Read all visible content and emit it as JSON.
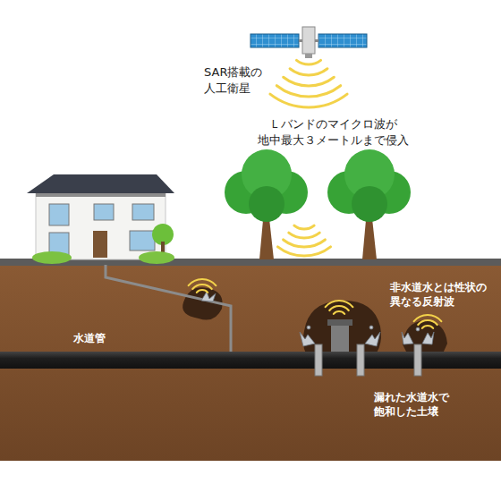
{
  "diagram": {
    "labels": [
      "SAR搭載の 人工衛星",
      "Ｌバンドのマイクロ波が 地中最大３メートルまで侵入",
      "水道管",
      "非水道水とは性状の 異なる反射波",
      "漏れた水道水で 飽和した土壌"
    ]
  }
}
